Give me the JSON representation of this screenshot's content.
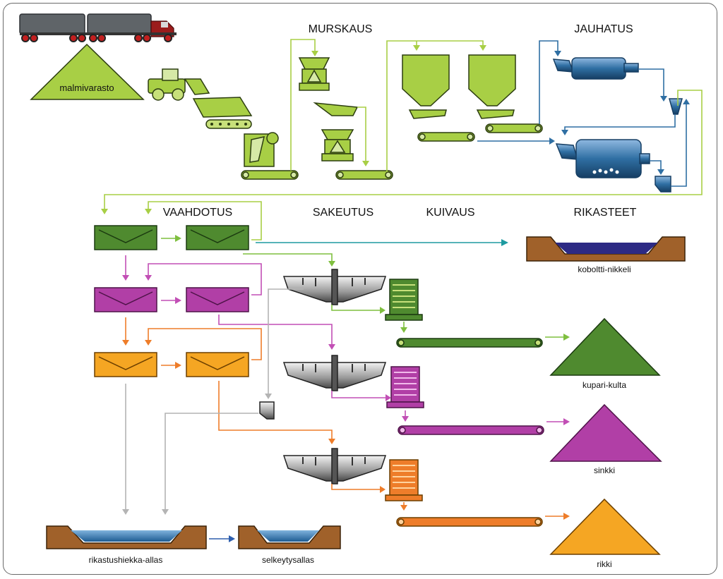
{
  "stages": {
    "murskaus": "MURSKAUS",
    "jauhatus": "JAUHATUS",
    "vaahdotus": "VAAHDOTUS",
    "sakeutus": "SAKEUTUS",
    "kuivaus": "KUIVAUS",
    "rikasteet": "RIKASTEET"
  },
  "labels": {
    "malmivarasto": "malmivarasto",
    "koboltti_nikkeli": "koboltti-nikkeli",
    "kupari_kulta": "kupari-kulta",
    "sinkki": "sinkki",
    "rikki": "rikki",
    "rikastushiekka_allas": "rikastushiekka-allas",
    "selkeytysallas": "selkeytysallas"
  },
  "colors": {
    "crushing_green": "#a8cf45",
    "grinding_blue": "#2f6fa3",
    "copper_green": "#4f8a2f",
    "zinc_purple": "#b13fa6",
    "sulfur_orange": "#f5a623",
    "tailings_gray": "#b4b4b4",
    "cobalt_nickel_teal": "#1d9aa0"
  }
}
